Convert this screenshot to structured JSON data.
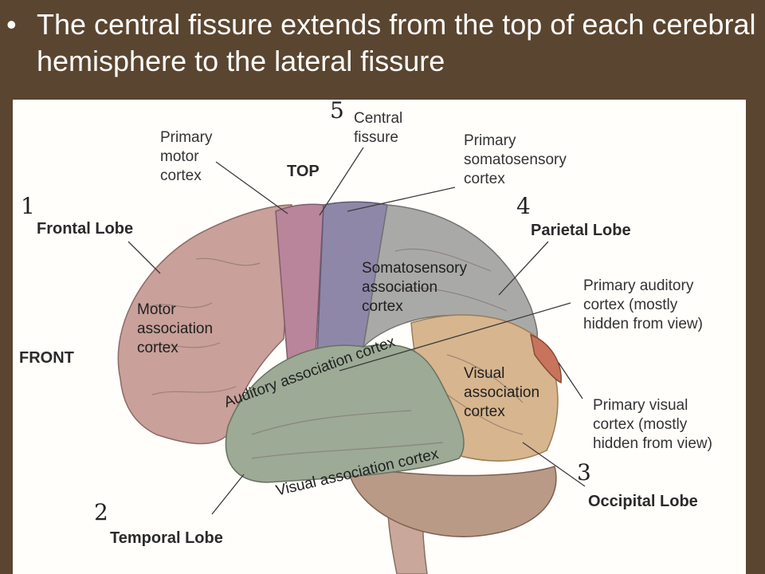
{
  "slide": {
    "bullet": "•",
    "text": "The central fissure extends from the top of each cerebral hemisphere to the lateral fissure"
  },
  "diagram": {
    "numbers": {
      "n1": "1",
      "n2": "2",
      "n3": "3",
      "n4": "4",
      "n5": "5"
    },
    "labels": {
      "frontal_lobe": "Frontal Lobe",
      "temporal_lobe": "Temporal Lobe",
      "occipital_lobe": "Occipital Lobe",
      "parietal_lobe": "Parietal Lobe",
      "front": "FRONT",
      "top": "TOP",
      "central_fissure": [
        "Central",
        "fissure"
      ],
      "primary_motor_cortex": [
        "Primary",
        "motor",
        "cortex"
      ],
      "primary_somatosensory_cortex": [
        "Primary",
        "somatosensory",
        "cortex"
      ],
      "somatosensory_association_cortex": [
        "Somatosensory",
        "association",
        "cortex"
      ],
      "motor_association_cortex": [
        "Motor",
        "association",
        "cortex"
      ],
      "primary_auditory_cortex": [
        "Primary auditory",
        "cortex (mostly",
        "hidden from view)"
      ],
      "visual_association_cortex_right": [
        "Visual",
        "association",
        "cortex"
      ],
      "primary_visual_cortex": [
        "Primary visual",
        "cortex (mostly",
        "hidden from view)"
      ],
      "auditory_association_cortex": "Auditory association cortex",
      "visual_association_cortex_lower": "Visual association cortex"
    },
    "colors": {
      "frontal": "#c9a09a",
      "motor_strip": "#b9859a",
      "central_strip": "#8f87a8",
      "parietal": "#a9aaa8",
      "temporal": "#9caa96",
      "occipital": "#d7b58f",
      "primary_visual": "#c8745c",
      "cerebellum": "#b89a86",
      "brainstem": "#c9a79a"
    }
  }
}
